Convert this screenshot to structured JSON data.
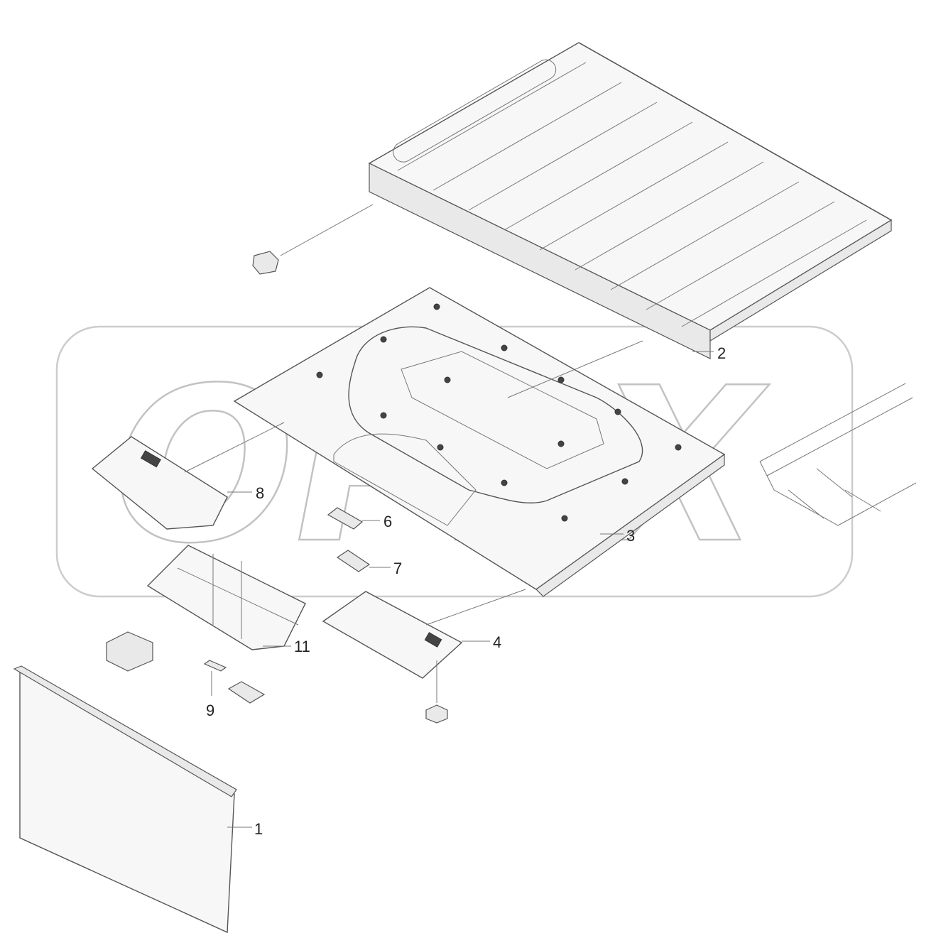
{
  "watermark": {
    "text": "OPEX"
  },
  "callouts": [
    {
      "id": "c1",
      "label": "1"
    },
    {
      "id": "c2",
      "label": "2"
    },
    {
      "id": "c3",
      "label": "3"
    },
    {
      "id": "c4",
      "label": "4"
    },
    {
      "id": "c6",
      "label": "6"
    },
    {
      "id": "c7",
      "label": "7"
    },
    {
      "id": "c8",
      "label": "8"
    },
    {
      "id": "c9",
      "label": "9"
    },
    {
      "id": "c11",
      "label": "11"
    }
  ],
  "colors": {
    "line": "#555555",
    "watermark": "#9a9a9a",
    "background": "#ffffff"
  }
}
